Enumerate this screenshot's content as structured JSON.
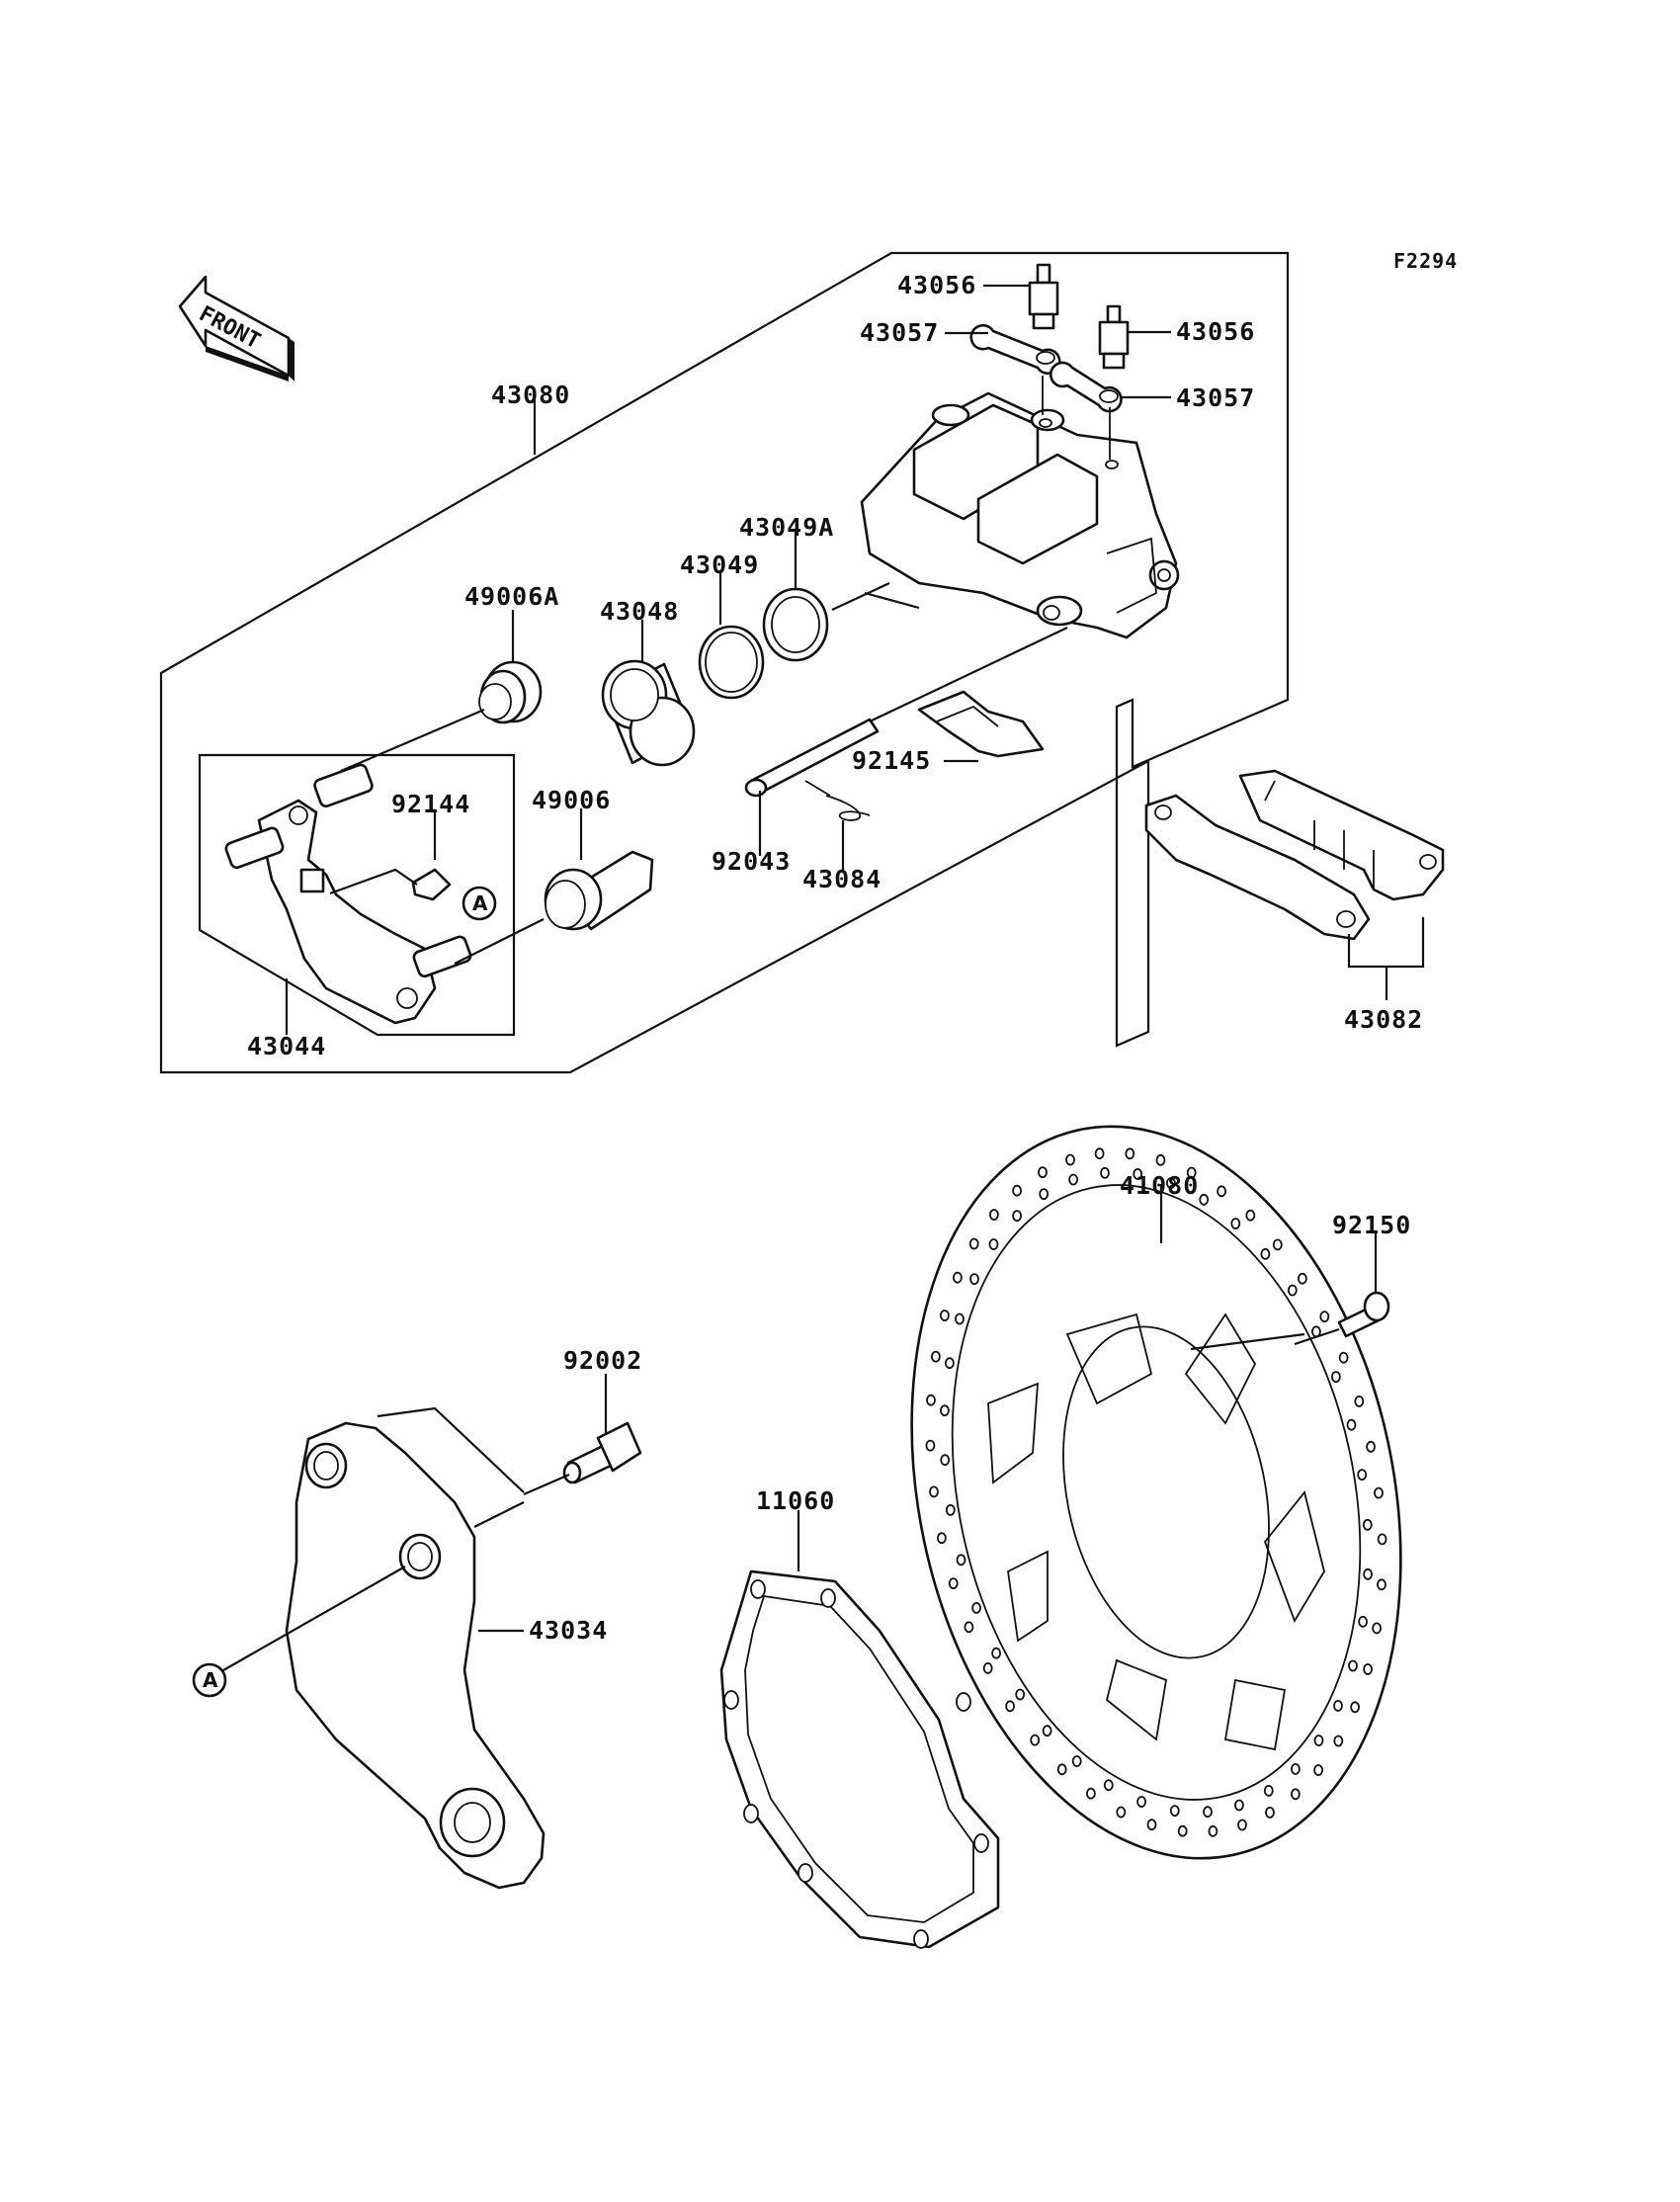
{
  "figure_code": "F2294",
  "front_arrow": "FRONT",
  "callout_ref": "A",
  "parts": {
    "p43056_top": "43056",
    "p43056_right": "43056",
    "p43057_top": "43057",
    "p43057_right": "43057",
    "p43080": "43080",
    "p43049A": "43049A",
    "p43049": "43049",
    "p43048": "43048",
    "p49006A": "49006A",
    "p92144": "92144",
    "p49006": "49006",
    "p92145": "92145",
    "p92043": "92043",
    "p43084": "43084",
    "p43044": "43044",
    "p43082": "43082",
    "p41080": "41080",
    "p92150": "92150",
    "p92002": "92002",
    "p11060": "11060",
    "p43034": "43034"
  }
}
